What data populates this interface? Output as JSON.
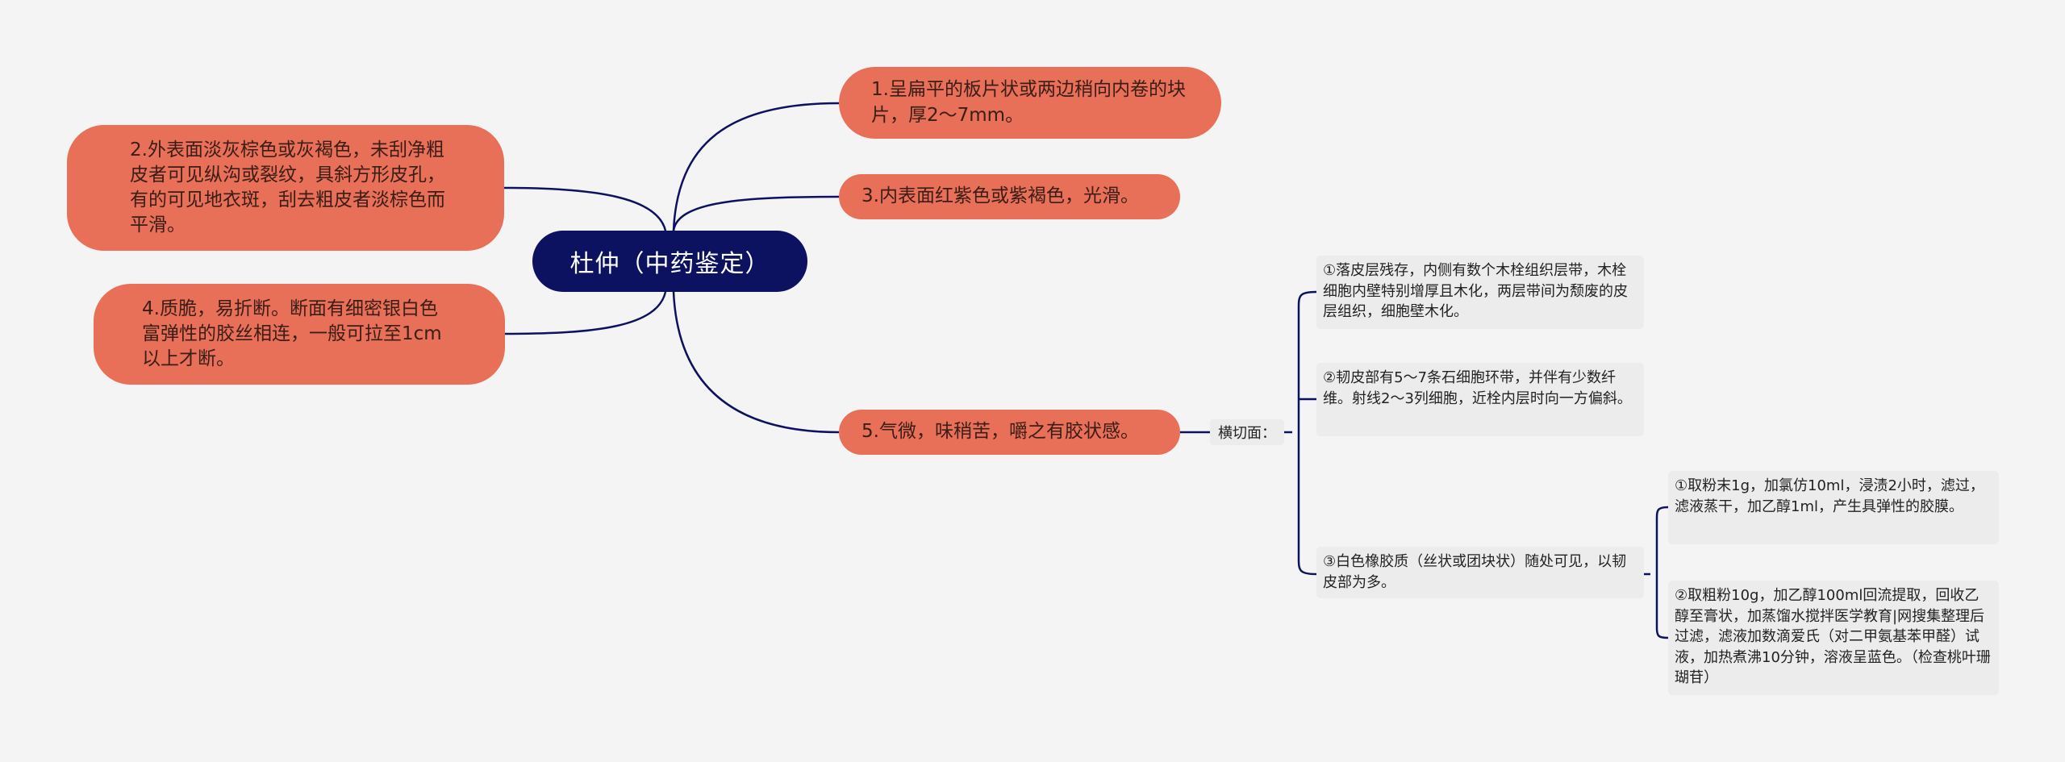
{
  "mindmap": {
    "root": "杜仲（中药鉴定）",
    "branch1": "1.呈扁平的板片状或两边稍向内卷的块片，厚2～7mm。",
    "branch2": "2.外表面淡灰棕色或灰褐色，未刮净粗皮者可见纵沟或裂纹，具斜方形皮孔，有的可见地衣斑，刮去粗皮者淡棕色而平滑。",
    "branch3": "3.内表面红紫色或紫褐色，光滑。",
    "branch4": "4.质脆，易折断。断面有细密银白色富弹性的胶丝相连，一般可拉至1cm以上才断。",
    "branch5": "5.气微，味稍苦，嚼之有胶状感。",
    "cross_section_label": "横切面：",
    "leaf1": "①落皮层残存，内侧有数个木栓组织层带，木栓细胞内壁特别增厚且木化，两层带间为颓废的皮层组织，细胞壁木化。",
    "leaf2": "②韧皮部有5～7条石细胞环带，并伴有少数纤维。射线2～3列细胞，近栓内层时向一方偏斜。",
    "leaf3": "③白色橡胶质（丝状或团块状）随处可见，以韧皮部为多。",
    "leaf4": "①取粉末1g，加氯仿10ml，浸渍2小时，滤过，滤液蒸干，加乙醇1ml，产生具弹性的胶膜。",
    "leaf5": "②取粗粉10g，加乙醇100ml回流提取，回收乙醇至膏状，加蒸馏水搅拌医学教育|网搜集整理后过滤，滤液加数滴爱氏（对二甲氨基苯甲醛）试液，加热煮沸10分钟，溶液呈蓝色。（检查桃叶珊瑚苷）"
  },
  "colors": {
    "background": "#f4f4f4",
    "root_fill": "#0c1260",
    "branch_fill": "#e86f58",
    "leaf_fill": "#ececec",
    "connector": "#0c1260"
  }
}
